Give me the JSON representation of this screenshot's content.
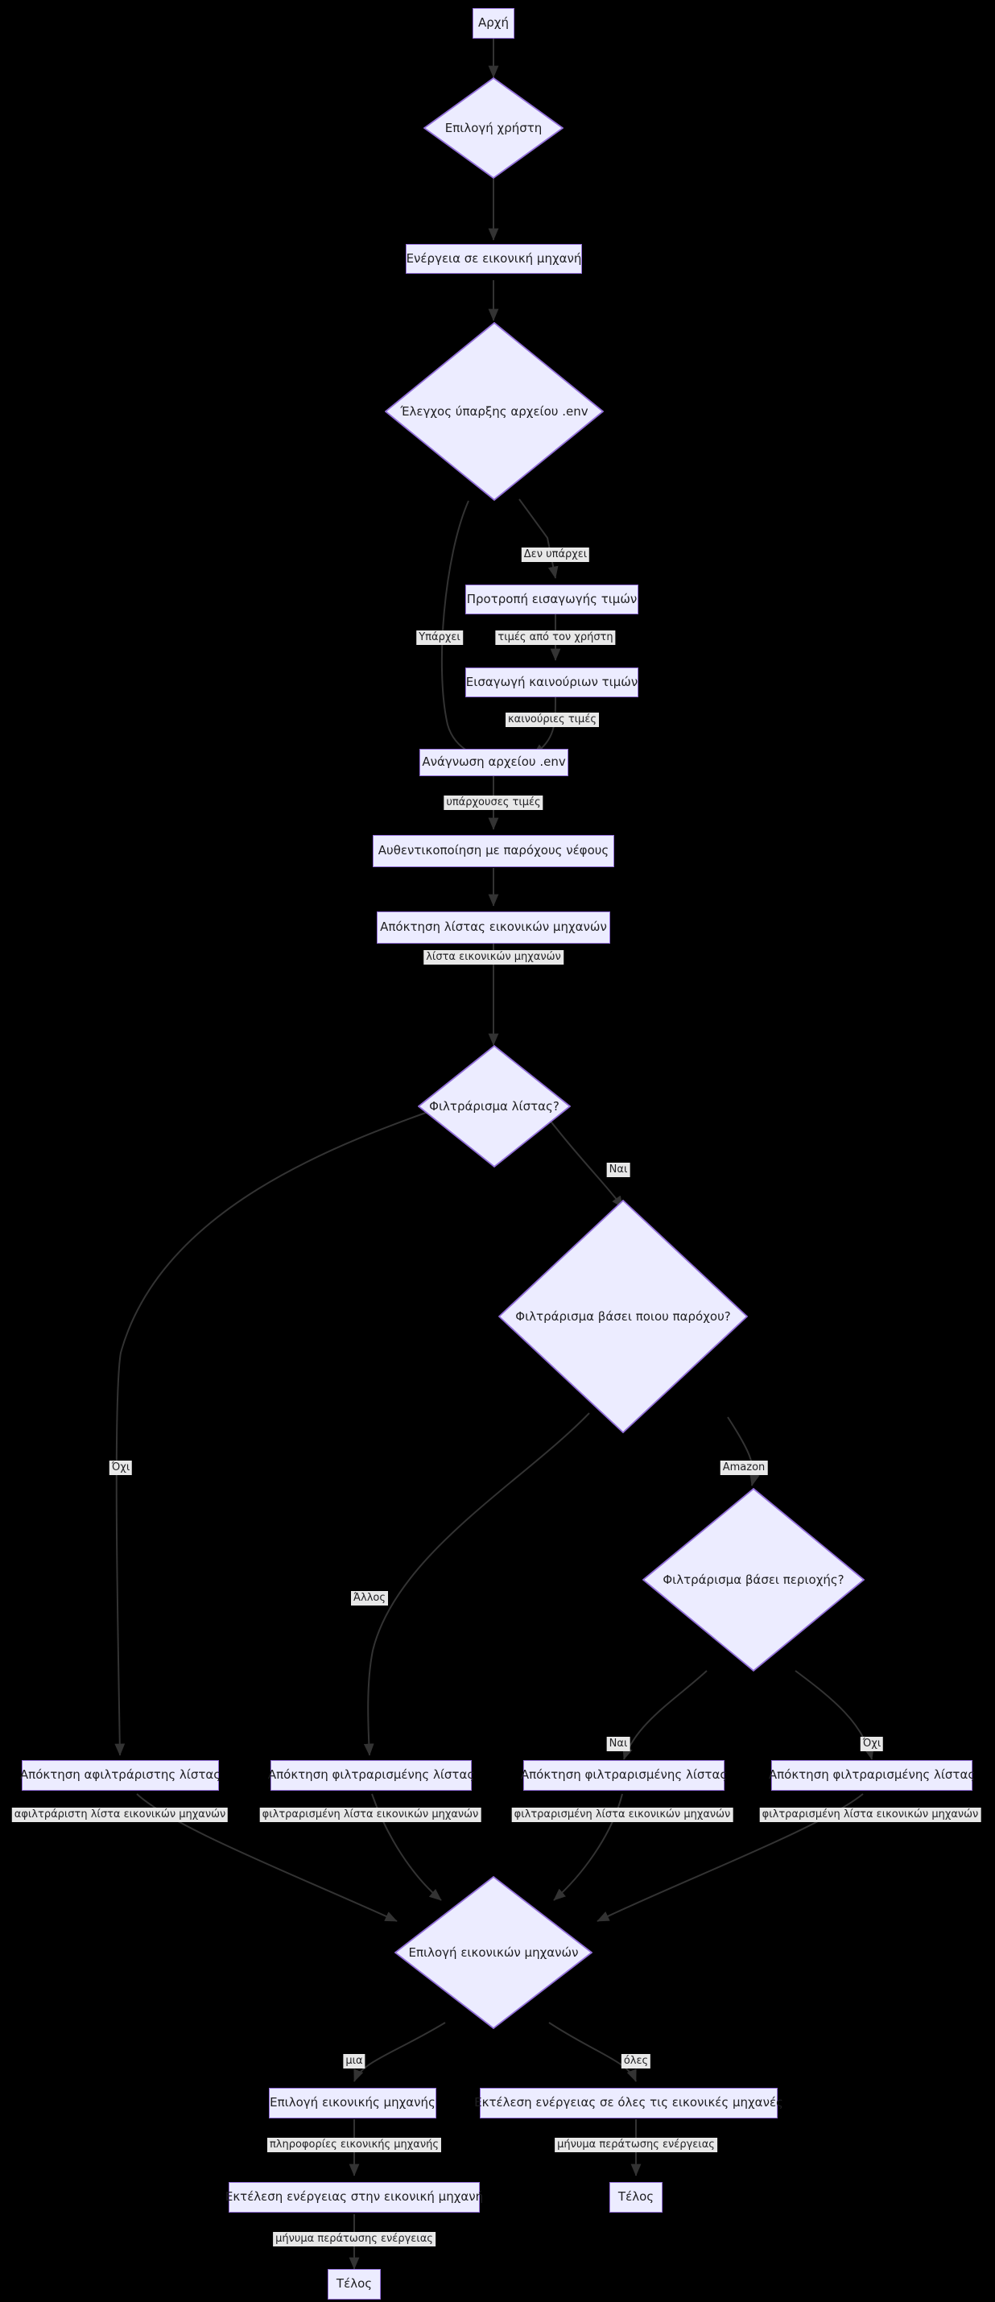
{
  "diagram": {
    "type": "flowchart",
    "direction": "top-down",
    "language": "el",
    "background_color": "#000000",
    "node_fill": "#ECECFF",
    "node_border": "#9370DB",
    "edge_color": "#333333",
    "edge_label_bg": "#E8E8E8",
    "text_color": "#1f1f22"
  },
  "nodes": {
    "start": {
      "label": "Αρχή",
      "shape": "rect"
    },
    "user_choice": {
      "label": "Επιλογή χρήστη",
      "shape": "diamond"
    },
    "vm_action": {
      "label": "Ενέργεια σε εικονική μηχανή",
      "shape": "rect"
    },
    "check_env": {
      "label": "Έλεγχος ύπαρξης αρχείου .env",
      "shape": "diamond"
    },
    "prompt_values": {
      "label": "Προτροπή εισαγωγής τιμών",
      "shape": "rect"
    },
    "insert_values": {
      "label": "Εισαγωγή καινούριων τιμών",
      "shape": "rect"
    },
    "read_env": {
      "label": "Ανάγνωση αρχείου .env",
      "shape": "rect"
    },
    "auth_cloud": {
      "label": "Αυθεντικοποίηση με παρόχους νέφους",
      "shape": "rect"
    },
    "get_vm_list": {
      "label": "Απόκτηση λίστας εικονικών μηχανών",
      "shape": "rect"
    },
    "filter_list": {
      "label": "Φιλτράρισμα λίστας?",
      "shape": "diamond"
    },
    "filter_provider": {
      "label": "Φιλτράρισμα βάσει ποιου παρόχου?",
      "shape": "diamond"
    },
    "filter_region": {
      "label": "Φιλτράρισμα βάσει περιοχής?",
      "shape": "diamond"
    },
    "get_unfiltered": {
      "label": "Απόκτηση αφιλτράριστης λίστας",
      "shape": "rect"
    },
    "get_filtered_other": {
      "label": "Απόκτηση φιλτραρισμένης λίστας",
      "shape": "rect"
    },
    "get_filtered_region_yes": {
      "label": "Απόκτηση φιλτραρισμένης λίστας",
      "shape": "rect"
    },
    "get_filtered_region_no": {
      "label": "Απόκτηση φιλτραρισμένης λίστας",
      "shape": "rect"
    },
    "select_vms": {
      "label": "Επιλογή εικονικών μηχανών",
      "shape": "diamond"
    },
    "select_one_vm": {
      "label": "Επιλογή εικονικής μηχανής",
      "shape": "rect"
    },
    "exec_all_vms": {
      "label": "Εκτέλεση ενέργειας σε όλες τις εικονικές μηχανές",
      "shape": "rect"
    },
    "exec_one_vm": {
      "label": "Εκτέλεση ενέργειας στην εικονική μηχανή",
      "shape": "rect"
    },
    "end_one": {
      "label": "Τέλος",
      "shape": "rect"
    },
    "end_all": {
      "label": "Τέλος",
      "shape": "rect"
    }
  },
  "edge_labels": {
    "den_yparxei": "Δεν υπάρχει",
    "yparxei": "Υπάρχει",
    "times_apo_xristi": "τιμές από τον χρήστη",
    "kainouries_times": "καινούριες τιμές",
    "yparxouses_times": "υπάρχουσες τιμές",
    "lista_vm": "λίστα εικονικών μηχανών",
    "nai_filter": "Ναι",
    "oxi_filter": "Όχι",
    "allos": "Άλλος",
    "amazon": "Amazon",
    "nai_region": "Ναι",
    "oxi_region": "Όχι",
    "afiltraristi_lista": "αφιλτράριστη λίστα εικονικών μηχανών",
    "filtrarismeni_lista_1": "φιλτραρισμένη λίστα εικονικών μηχανών",
    "filtrarismeni_lista_2": "φιλτραρισμένη λίστα εικονικών μηχανών",
    "filtrarismeni_lista_3": "φιλτραρισμένη λίστα εικονικών μηχανών",
    "mia": "μια",
    "oles": "όλες",
    "plirofories_vm": "πληροφορίες εικονικής μηχανής",
    "minima_peratosis_1": "μήνυμα περάτωσης ενέργειας",
    "minima_peratosis_2": "μήνυμα περάτωσης ενέργειας"
  }
}
